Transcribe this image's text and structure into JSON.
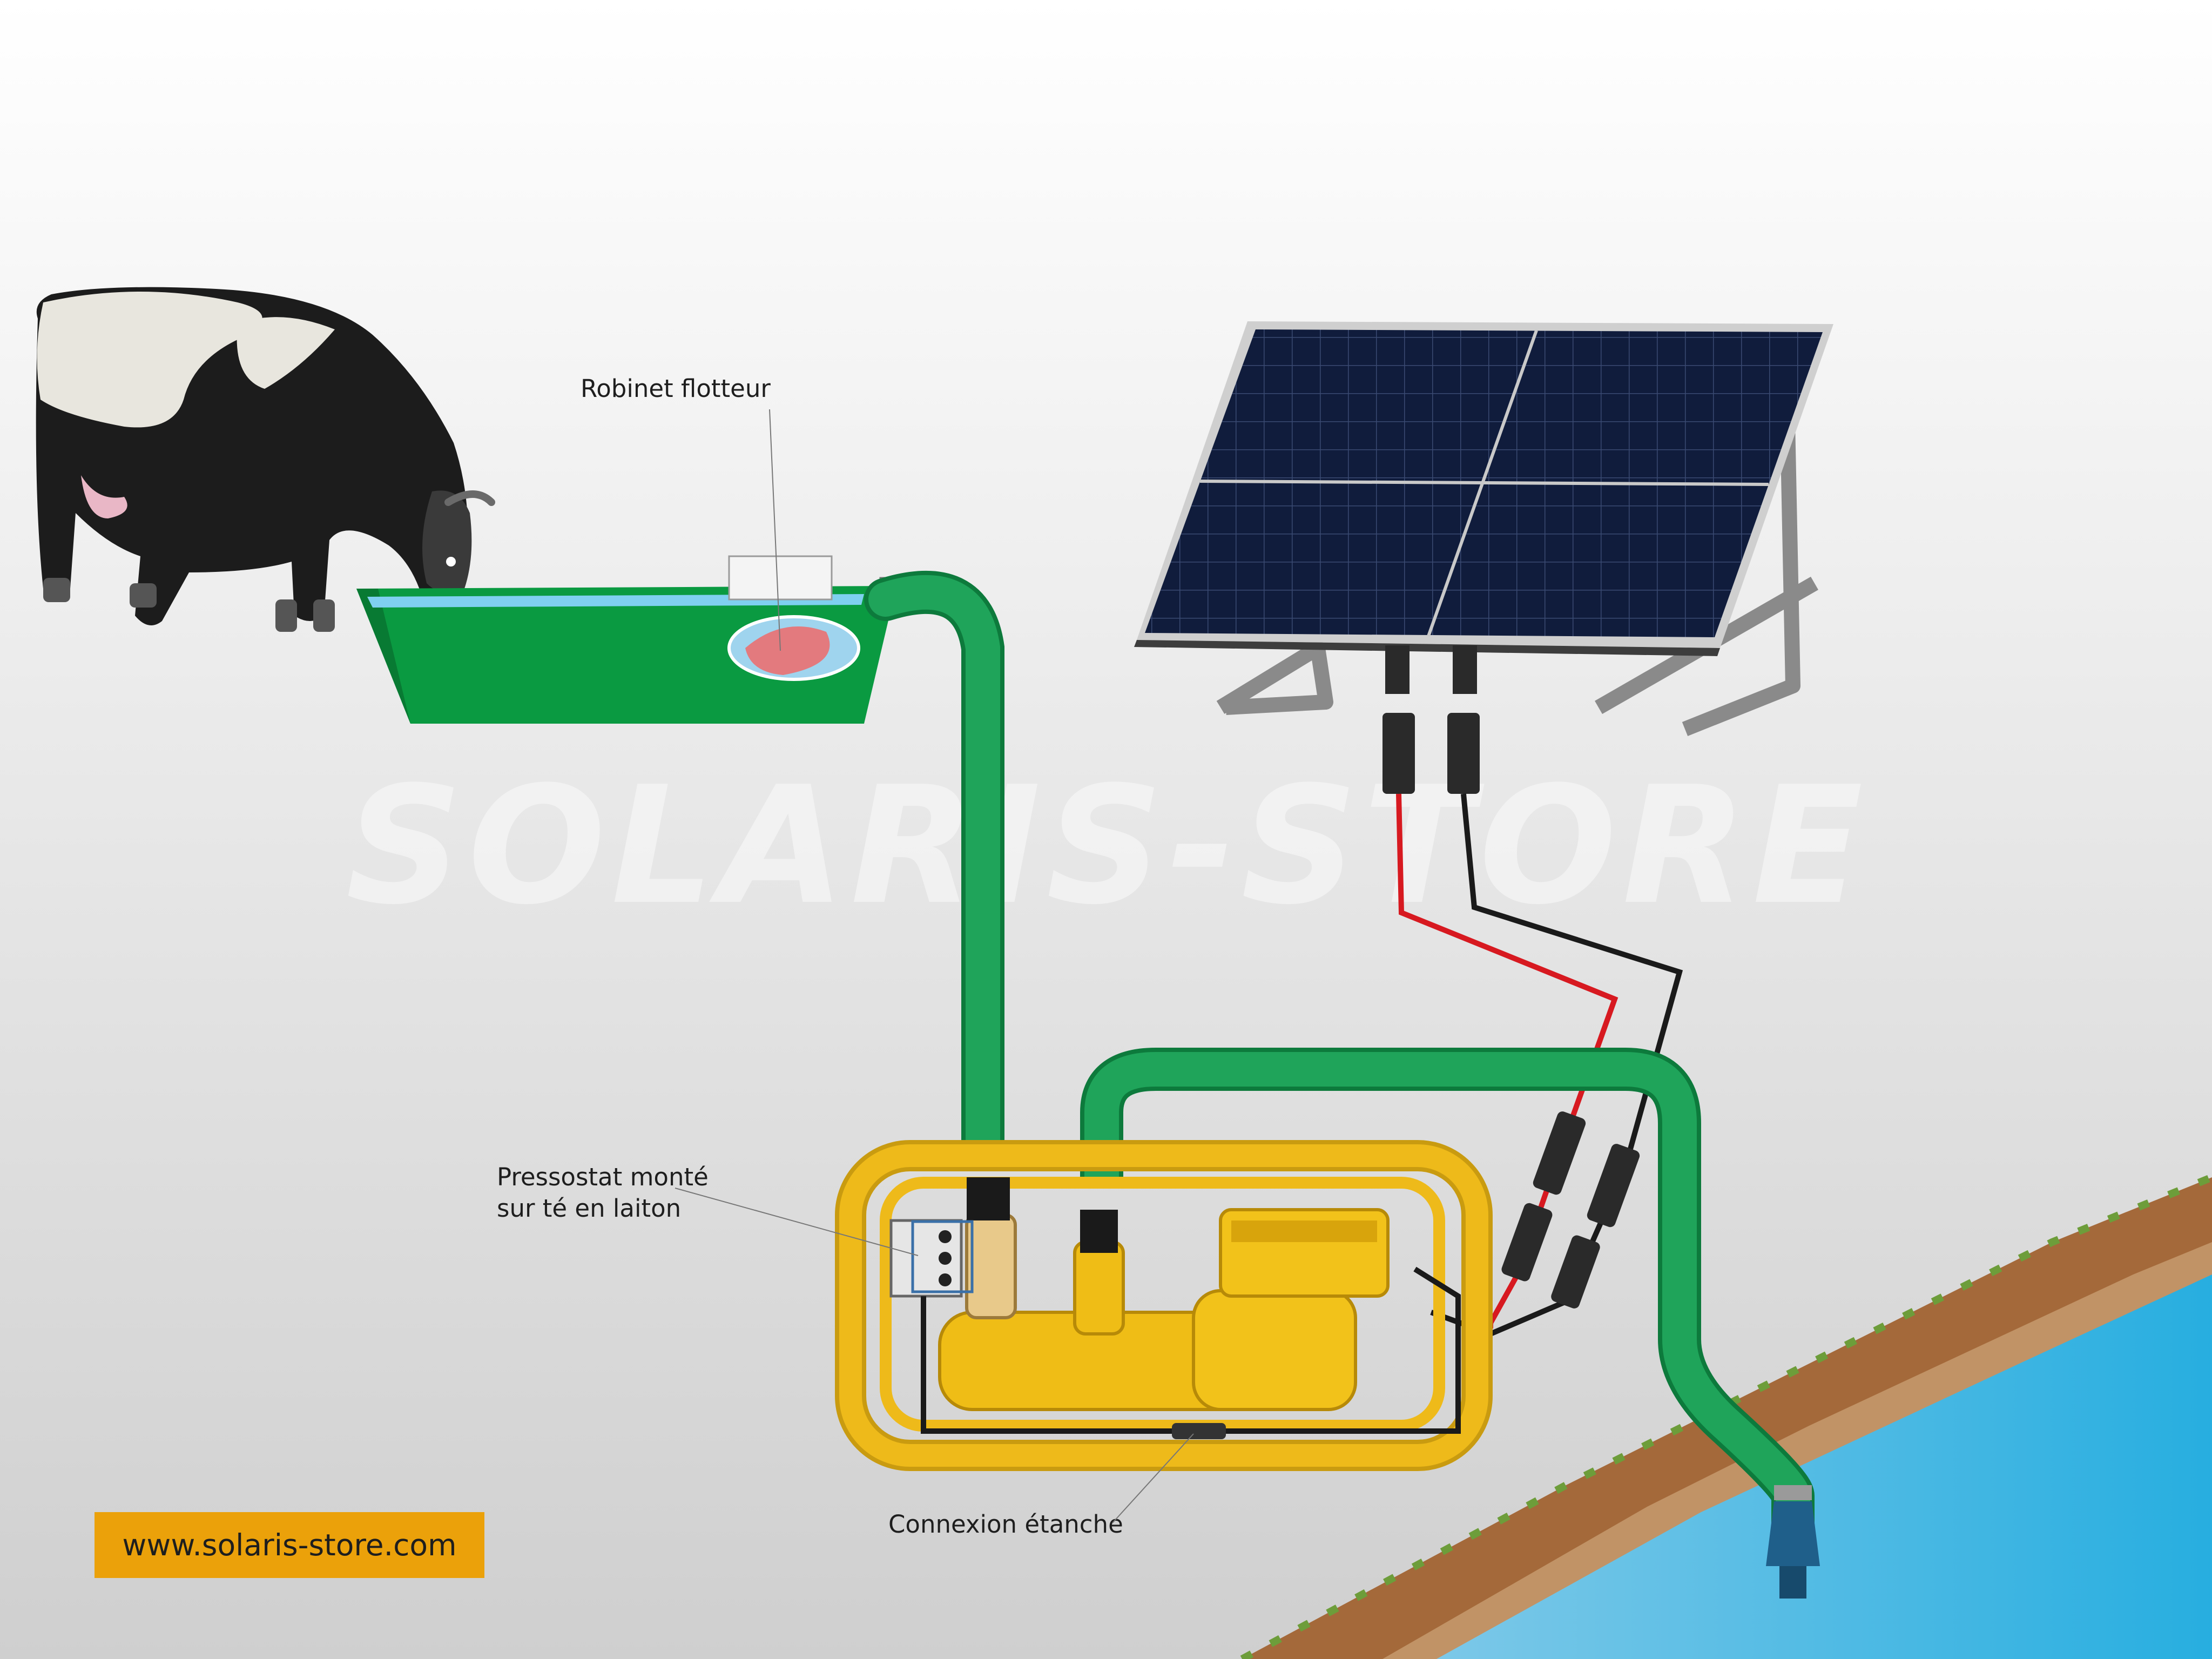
{
  "labels": {
    "float_valve": "Robinet flotteur",
    "pressure_switch_line1": "Pressostat monté",
    "pressure_switch_line2": "sur té en laiton",
    "waterproof_connection": "Connexion étanche"
  },
  "watermark": "SOLARIS-STORE",
  "website": "www.solaris-store.com",
  "colors": {
    "hose": "#1fa45a",
    "trough": "#0a9a41",
    "pump": "#f2c21a",
    "frame": "#e5b514",
    "cable_positive": "#d71920",
    "cable_negative": "#1a1a1a",
    "water": "#3fb3dd",
    "panel": "#0e1a3a",
    "url_box": "#eba10a"
  },
  "icons": [
    "cow-icon",
    "solar-panel-icon",
    "pump-icon",
    "trough-icon",
    "foot-valve-icon"
  ]
}
